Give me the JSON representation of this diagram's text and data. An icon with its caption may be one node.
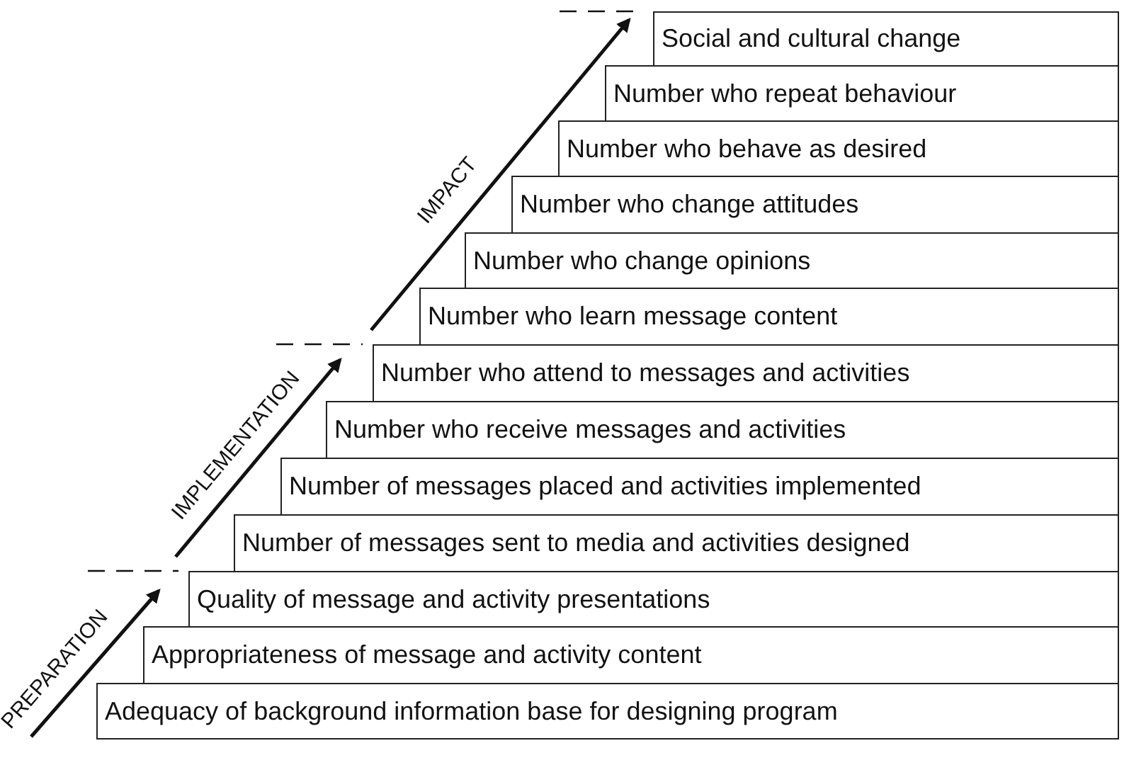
{
  "diagram": {
    "nodes": [
      {
        "text": [
          "Social and cultural change"
        ]
      },
      {
        "text": [
          "Number who repeat behaviour"
        ]
      },
      {
        "text": [
          "Number who behave as desired"
        ]
      },
      {
        "text": [
          "Number who change attitudes"
        ]
      },
      {
        "text": [
          "Number who change opinions"
        ]
      },
      {
        "text": [
          "Number who learn message content"
        ]
      },
      {
        "text": [
          "Number who attend to messages and activities"
        ]
      },
      {
        "text": [
          "Number who receive messages and activities"
        ]
      },
      {
        "text": [
          "Number of messages placed and activities implemented"
        ]
      },
      {
        "text": [
          "Number of messages sent to media and activities designed"
        ]
      },
      {
        "text": [
          "Quality of message and activity presentations"
        ]
      },
      {
        "text": [
          "Appropriateness of message and activity content"
        ]
      },
      {
        "text": [
          "Adequacy of background information base for designing program"
        ]
      }
    ],
    "labels": [
      "IMPACT",
      "IMPLEMENTATION",
      "PREPARATION"
    ]
  }
}
